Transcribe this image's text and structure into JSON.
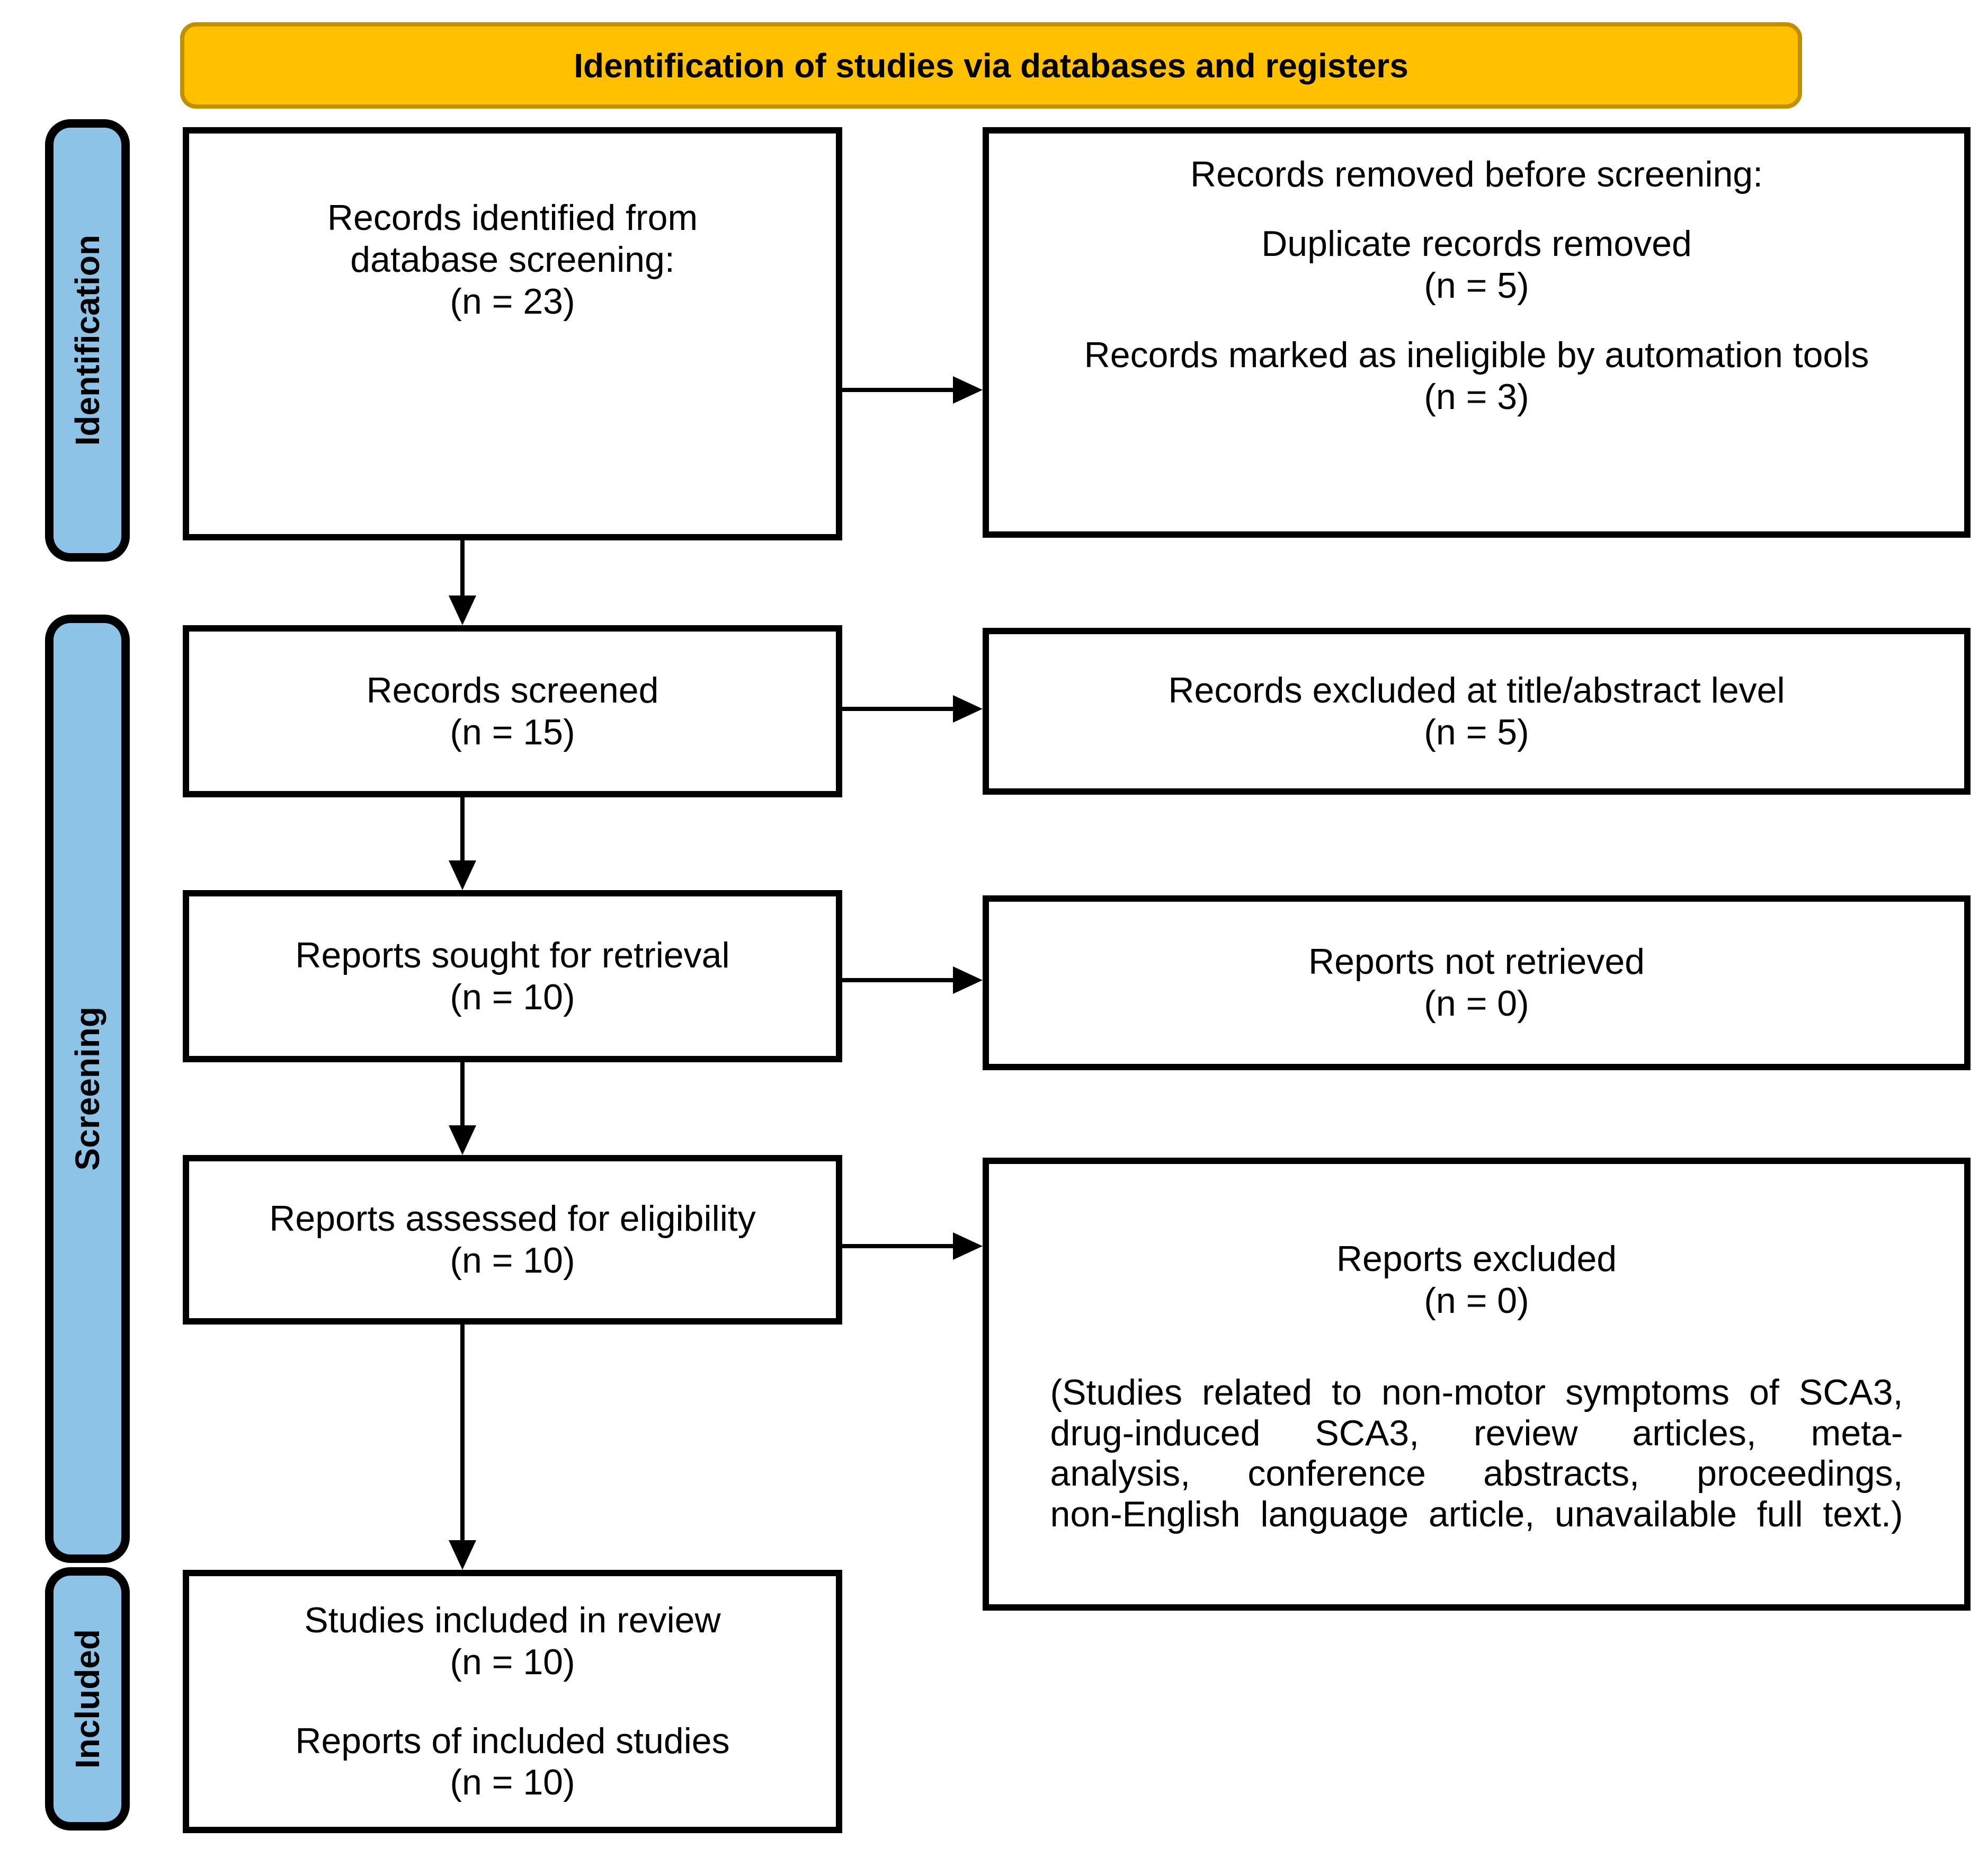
{
  "banner": {
    "title": "Identification of studies via databases and registers"
  },
  "sidebar": {
    "identification": "Identification",
    "screening": "Screening",
    "included": "Included"
  },
  "colors": {
    "banner_fill": "#FFC000",
    "banner_border": "#BF9000",
    "sidebar_fill": "#8CC3E6",
    "box_border": "#000000",
    "box_fill": "#FFFFFF"
  },
  "boxes": {
    "identified": {
      "lines": [
        "Records identified from",
        "database screening:",
        "(n = 23)"
      ]
    },
    "removed": {
      "title": "Records removed before screening:",
      "items": [
        {
          "label": "Duplicate records removed",
          "count": "(n = 5)"
        },
        {
          "label": "Records marked as ineligible by automation tools",
          "count": "(n = 3)"
        }
      ]
    },
    "screened": {
      "label": "Records screened",
      "count": "(n = 15)"
    },
    "excluded_title_abstract": {
      "label": "Records excluded at title/abstract level",
      "count": "(n = 5)"
    },
    "sought": {
      "label": "Reports sought for retrieval",
      "count": "(n = 10)"
    },
    "not_retrieved": {
      "label": "Reports not retrieved",
      "count": "(n = 0)"
    },
    "assessed": {
      "label": "Reports assessed for eligibility",
      "count": "(n = 10)"
    },
    "reports_excluded": {
      "label": "Reports excluded",
      "count": "(n = 0)",
      "reason_lines": [
        "(Studies related to non-motor symptoms of SCA3,",
        "drug-induced SCA3, review articles, meta-",
        "analysis, conference abstracts, proceedings,",
        "non-English language article, unavailable full text.)"
      ]
    },
    "included_review": {
      "groups": [
        {
          "label": "Studies included in review",
          "count": "(n = 10)"
        },
        {
          "label": "Reports of included studies",
          "count": "(n = 10)"
        }
      ]
    }
  }
}
